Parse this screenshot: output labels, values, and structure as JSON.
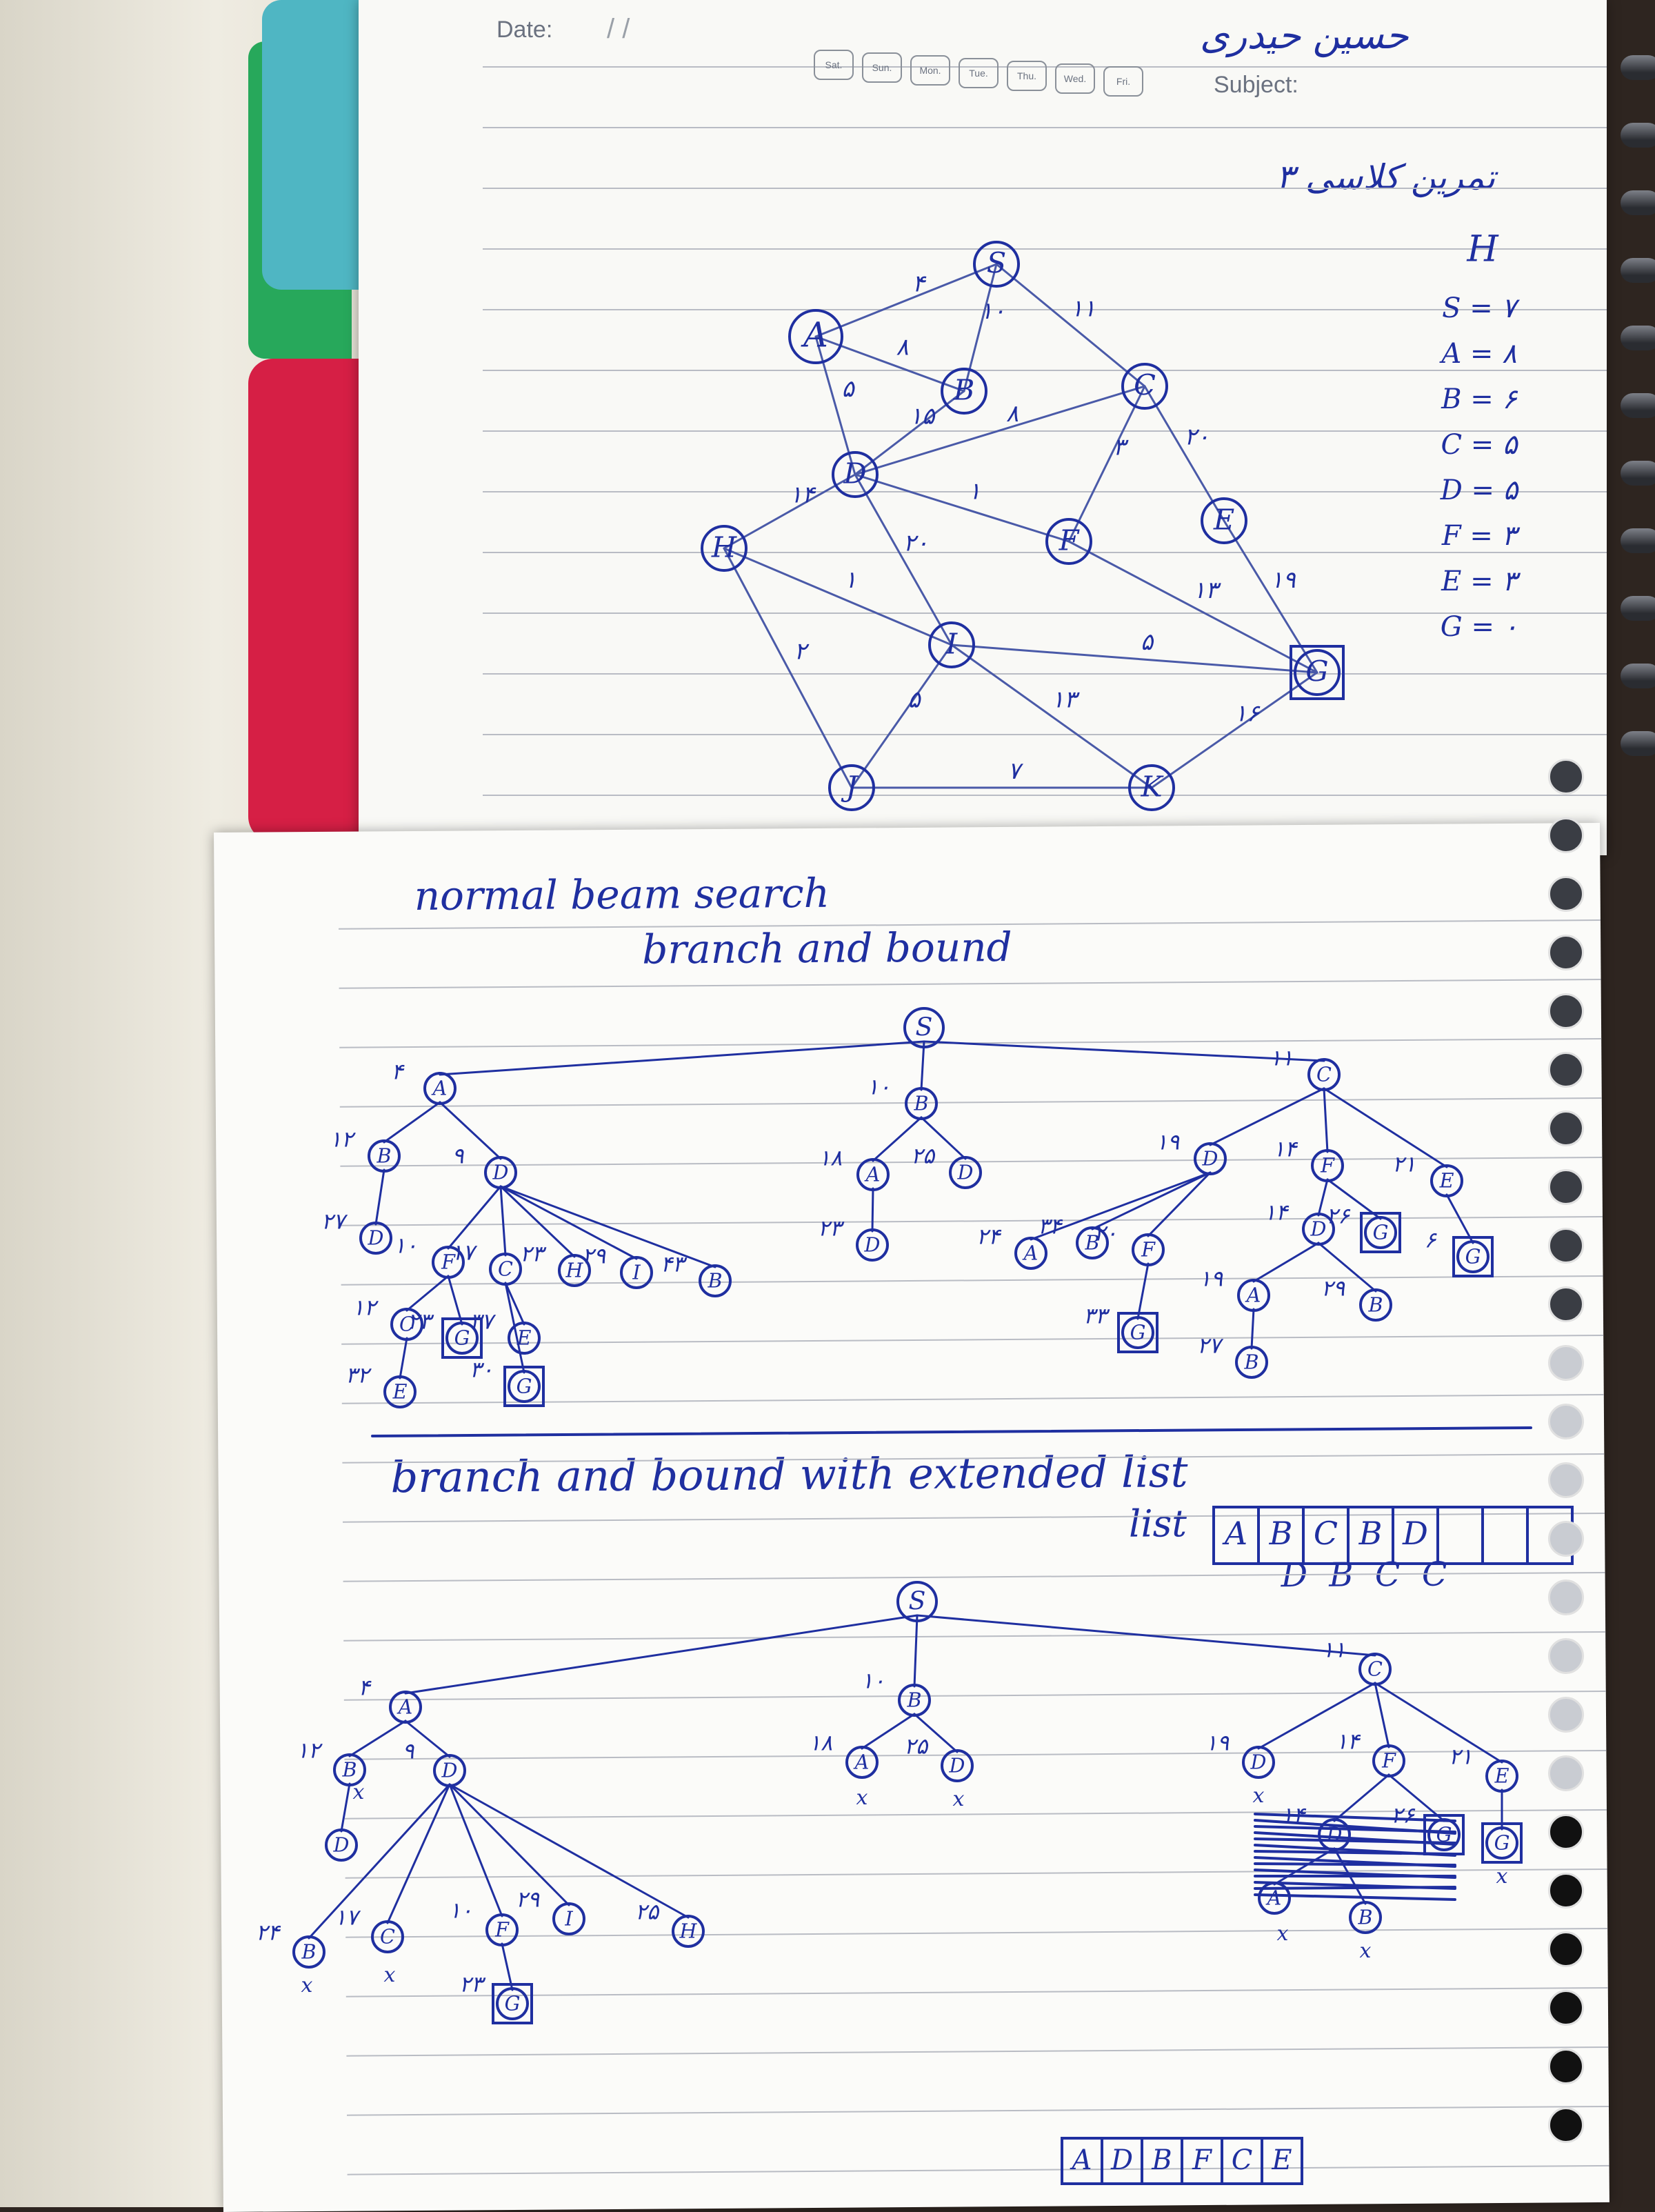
{
  "notebook_print": {
    "date_label": "Date:",
    "date_slashes": "/  /",
    "subject_label": "Subject:",
    "weekdays": [
      "Sat.",
      "Sun.",
      "Mon.",
      "Tue.",
      "Thu.",
      "Wed.",
      "Fri."
    ]
  },
  "handwriting": {
    "author_name": "حسین حیدری",
    "exercise_title": "تمرین کلاسی ۳",
    "section1_line1": "normal beam search",
    "section1_line2": "branch and bound",
    "section2_title": "branch and bound with extended list",
    "list_label": "list",
    "list_cells": [
      "A",
      "B",
      "C",
      "B",
      "D",
      "",
      "",
      ""
    ],
    "list_below": "D B C C",
    "final_list": [
      "A",
      "D",
      "B",
      "F",
      "C",
      "E"
    ]
  },
  "graph": {
    "nodes": [
      "S",
      "A",
      "B",
      "C",
      "D",
      "H",
      "F",
      "E",
      "I",
      "G",
      "J",
      "K"
    ],
    "edges": [
      {
        "from": "S",
        "to": "A",
        "weight": "۴"
      },
      {
        "from": "S",
        "to": "B",
        "weight": "۱۰"
      },
      {
        "from": "S",
        "to": "C",
        "weight": "۱۱"
      },
      {
        "from": "A",
        "to": "B",
        "weight": "۸"
      },
      {
        "from": "A",
        "to": "D",
        "weight": "۵"
      },
      {
        "from": "B",
        "to": "D",
        "weight": "۱۵"
      },
      {
        "from": "D",
        "to": "C",
        "weight": "۸"
      },
      {
        "from": "C",
        "to": "F",
        "weight": "۳"
      },
      {
        "from": "C",
        "to": "E",
        "weight": "۲۰"
      },
      {
        "from": "D",
        "to": "H",
        "weight": "۱۴"
      },
      {
        "from": "D",
        "to": "F",
        "weight": "۱"
      },
      {
        "from": "D",
        "to": "I",
        "weight": "۲۰"
      },
      {
        "from": "H",
        "to": "I",
        "weight": "۱"
      },
      {
        "from": "H",
        "to": "J",
        "weight": "۲"
      },
      {
        "from": "I",
        "to": "J",
        "weight": "۵"
      },
      {
        "from": "I",
        "to": "K",
        "weight": "۱۳"
      },
      {
        "from": "I",
        "to": "G",
        "weight": "۵"
      },
      {
        "from": "F",
        "to": "G",
        "weight": "۱۳"
      },
      {
        "from": "E",
        "to": "G",
        "weight": "۱۹"
      },
      {
        "from": "J",
        "to": "K",
        "weight": "۷"
      },
      {
        "from": "K",
        "to": "G",
        "weight": "۱۶"
      }
    ],
    "heuristic_title": "H",
    "heuristics": [
      "S = ۷",
      "A = ۸",
      "B = ۶",
      "C = ۵",
      "D = ۵",
      "F = ۳",
      "E = ۳",
      "G = ۰"
    ]
  },
  "tree1": {
    "root": "S",
    "nodes": [
      {
        "label": "A",
        "cost": "۴"
      },
      {
        "label": "B",
        "cost": "۱۰"
      },
      {
        "label": "C",
        "cost": "۱۱"
      },
      {
        "label": "B",
        "cost": "۱۲"
      },
      {
        "label": "D",
        "cost": "۹"
      },
      {
        "label": "D",
        "cost": "۲۷"
      },
      {
        "label": "F",
        "cost": "۱۰"
      },
      {
        "label": "C",
        "cost": "۱۷"
      },
      {
        "label": "H",
        "cost": "۲۳"
      },
      {
        "label": "I",
        "cost": "۲۹"
      },
      {
        "label": "B",
        "cost": "۴۳"
      },
      {
        "label": "C",
        "cost": "۱۲"
      },
      {
        "label": "G",
        "cost": "۲۳"
      },
      {
        "label": "E",
        "cost": "۳۷"
      },
      {
        "label": "E",
        "cost": "۳۲"
      },
      {
        "label": "G",
        "cost": "۳۰"
      },
      {
        "label": "A",
        "cost": "۱۸"
      },
      {
        "label": "D",
        "cost": "۲۵"
      },
      {
        "label": "D",
        "cost": "۲۳"
      },
      {
        "label": "D",
        "cost": "۱۹"
      },
      {
        "label": "F",
        "cost": "۱۴"
      },
      {
        "label": "E",
        "cost": "۲۱"
      },
      {
        "label": "A",
        "cost": "۲۴"
      },
      {
        "label": "B",
        "cost": "۳۴"
      },
      {
        "label": "F",
        "cost": "۲۰"
      },
      {
        "label": "G",
        "cost": "۳۳"
      },
      {
        "label": "D",
        "cost": "۱۴"
      },
      {
        "label": "G",
        "cost": "۲۶"
      },
      {
        "label": "G",
        "cost": "۶"
      },
      {
        "label": "A",
        "cost": "۱۹"
      },
      {
        "label": "B",
        "cost": "۲۹"
      },
      {
        "label": "B",
        "cost": "۲۷"
      }
    ]
  },
  "tree2": {
    "root": "S",
    "nodes": [
      {
        "label": "A",
        "cost": "۴"
      },
      {
        "label": "B",
        "cost": "۱۰"
      },
      {
        "label": "C",
        "cost": "۱۱"
      },
      {
        "label": "B",
        "cost": "۱۲"
      },
      {
        "label": "D",
        "cost": "۹"
      },
      {
        "label": "D",
        "cost": ""
      },
      {
        "label": "B",
        "cost": "۲۴"
      },
      {
        "label": "C",
        "cost": "۱۷"
      },
      {
        "label": "F",
        "cost": "۱۰"
      },
      {
        "label": "I",
        "cost": "۲۹"
      },
      {
        "label": "H",
        "cost": "۲۵"
      },
      {
        "label": "G",
        "cost": "۲۳"
      },
      {
        "label": "A",
        "cost": "۱۸"
      },
      {
        "label": "D",
        "cost": "۲۵"
      },
      {
        "label": "D",
        "cost": "۱۹"
      },
      {
        "label": "F",
        "cost": "۱۴"
      },
      {
        "label": "E",
        "cost": "۲۱"
      },
      {
        "label": "D",
        "cost": "۱۴"
      },
      {
        "label": "G",
        "cost": "۲۶"
      },
      {
        "label": "G",
        "cost": ""
      },
      {
        "label": "A",
        "cost": ""
      },
      {
        "label": "B",
        "cost": ""
      }
    ],
    "prune_mark": "x"
  },
  "colors": {
    "ink": "#1f2fa0",
    "ink_graph": "#4a5aa8",
    "paper": "#f9f9f6",
    "rule_line": "#b9bcc4",
    "tab_red": "#d61f45",
    "tab_green": "#27a85b",
    "tab_cyan": "#4fb6c3"
  },
  "icons": [
    "spiral-binding-icon",
    "punched-hole-icon",
    "notebook-tab-icon"
  ]
}
